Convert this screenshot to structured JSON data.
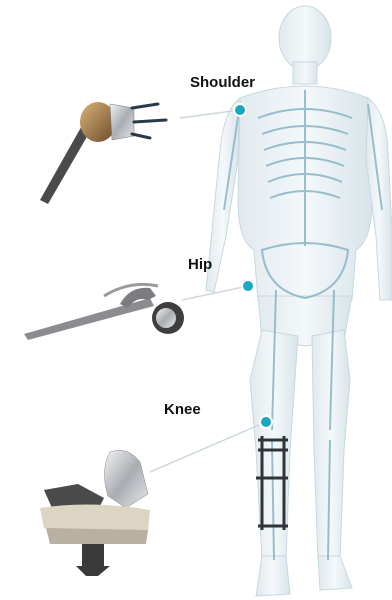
{
  "labels": {
    "shoulder": "Shoulder",
    "hip": "Hip",
    "knee": "Knee"
  },
  "colors": {
    "marker": "#1aa7c0",
    "skeleton_tint": "#9fc9d8",
    "implant_metal": "#b9bcc0",
    "implant_bronze": "#a07a4a",
    "implant_dark": "#3a3a3a"
  },
  "icons": [
    "shoulder-implant",
    "hip-implant",
    "knee-implant",
    "human-skeleton-figure"
  ]
}
